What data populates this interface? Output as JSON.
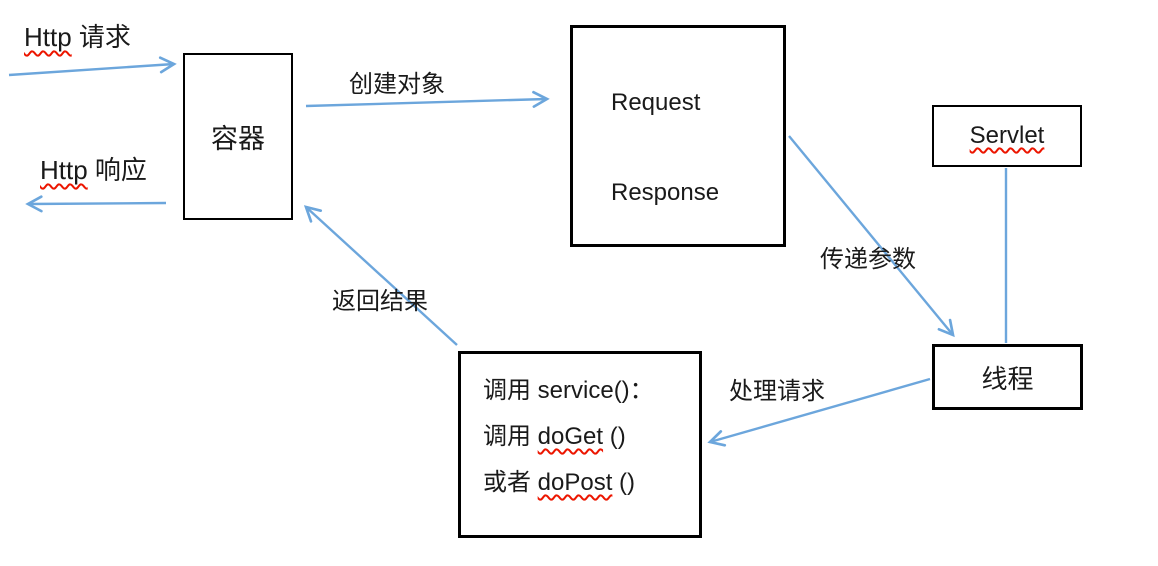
{
  "colors": {
    "arrow": "#6ca6dc",
    "box_border": "#000000",
    "spellcheck_squiggle": "#ec1500",
    "text": "#1a1a1a"
  },
  "nodes": {
    "container": {
      "label": "容器"
    },
    "request_response": {
      "line1": "Request",
      "line2": "Response"
    },
    "servlet": {
      "label": "Servlet"
    },
    "thread": {
      "label": "线程"
    },
    "service": {
      "l1a": "调用 ",
      "l1b": "service()：",
      "l2a": "调用 ",
      "l2b": "doGet",
      "l2c": " ()",
      "l3a": "或者 ",
      "l3b": "doPost",
      "l3c": " ()"
    }
  },
  "edges": {
    "http_request": {
      "a": "Http",
      "b": " 请求"
    },
    "http_response": {
      "a": "Http",
      "b": " 响应"
    },
    "create_object": "创建对象",
    "pass_params": "传递参数",
    "handle_request": "处理请求",
    "return_result": "返回结果"
  }
}
